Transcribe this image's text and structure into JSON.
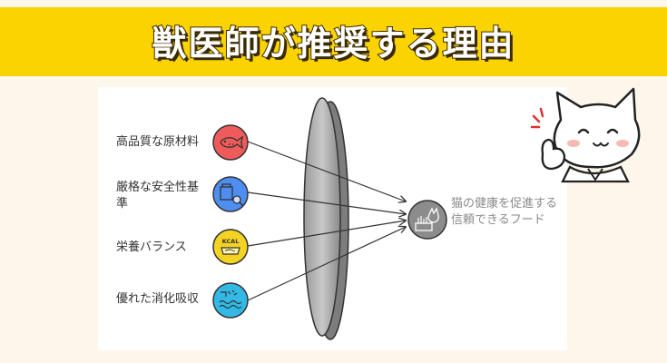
{
  "banner": {
    "title": "獣医師が推奨する理由"
  },
  "diagram": {
    "inputs": [
      {
        "label": "高品質な原材料",
        "icon": "fish-icon",
        "color": "#ef5b5b"
      },
      {
        "label": "厳格な安全性基準",
        "icon": "inspection-icon",
        "color": "#4f8ef0"
      },
      {
        "label": "栄養バランス",
        "icon": "kcal-scale-icon",
        "color": "#f5d323"
      },
      {
        "label": "優れた消化吸収",
        "icon": "absorption-icon",
        "color": "#32b9e6"
      }
    ],
    "icon_texts": {
      "kcal": "KCAL"
    },
    "result": {
      "label": "猫の健康を促進する信頼できるフード",
      "icon": "cat-food-icon",
      "color": "#8c8c8c"
    }
  }
}
